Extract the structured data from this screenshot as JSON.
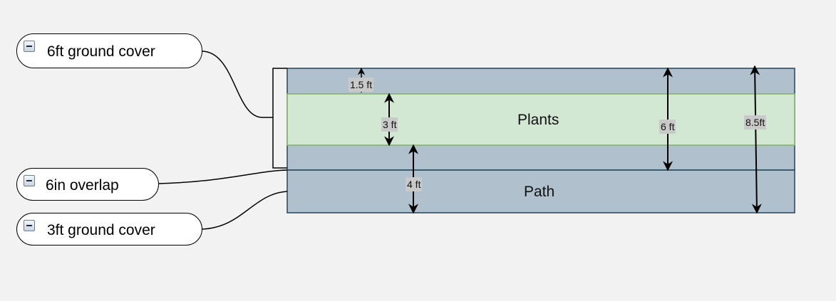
{
  "callouts": {
    "ground_cover_6ft": "6ft ground cover",
    "overlap_6in": "6in overlap",
    "ground_cover_3ft": "3ft ground cover"
  },
  "zones": {
    "plants": "Plants",
    "path": "Path"
  },
  "dimensions": {
    "top_strip": "1.5 ft",
    "plants_height": "3 ft",
    "lower_strip": "4 ft",
    "ground_cover_height": "6 ft",
    "total_height": "8.5ft"
  },
  "colors": {
    "ground_cover_fill": "#b0c0cd",
    "plants_fill": "#d2e8d2",
    "plants_border": "#82b366",
    "bed_border": "#23445d",
    "label_bg": "#c9c9c9"
  },
  "icons": {
    "collapse": "collapse-minus-icon"
  }
}
